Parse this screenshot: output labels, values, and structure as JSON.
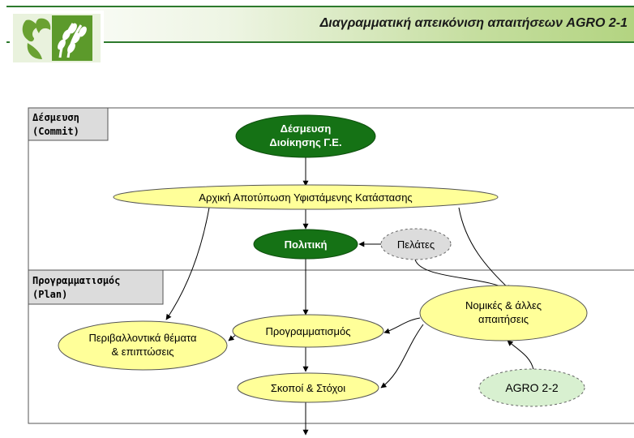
{
  "header": {
    "title": "Διαγραμματική απεικόνιση απαιτήσεων AGRO 2-1"
  },
  "sections": {
    "commit": {
      "line1": "Δέσμευση",
      "line2": "(Commit)"
    },
    "plan": {
      "line1": "Προγραμματισμός",
      "line2": "(Plan)"
    }
  },
  "nodes": {
    "management_commitment": {
      "line1": "Δέσμευση",
      "line2": "Διοίκησης Γ.Ε."
    },
    "initial_review": {
      "label": "Αρχική Αποτύπωση Υφιστάμενης Κατάστασης"
    },
    "policy": {
      "label": "Πολιτική"
    },
    "customers": {
      "label": "Πελάτες"
    },
    "legal_requirements": {
      "line1": "Νομικές & άλλες",
      "line2": "απαιτήσεις"
    },
    "environmental_aspects": {
      "line1": "Περιβαλλοντικά θέματα",
      "line2": "& επιπτώσεις"
    },
    "planning": {
      "label": "Προγραμματισμός"
    },
    "objectives": {
      "label": "Σκοποί & Στόχοι"
    },
    "agro22": {
      "label": "AGRO 2-2"
    }
  },
  "colors": {
    "dark_green": "#157215",
    "yellow": "#ffff99",
    "grey_fill": "#dcdcdc",
    "light_green": "#d8f0d0",
    "header_border": "#2d7a2d"
  }
}
